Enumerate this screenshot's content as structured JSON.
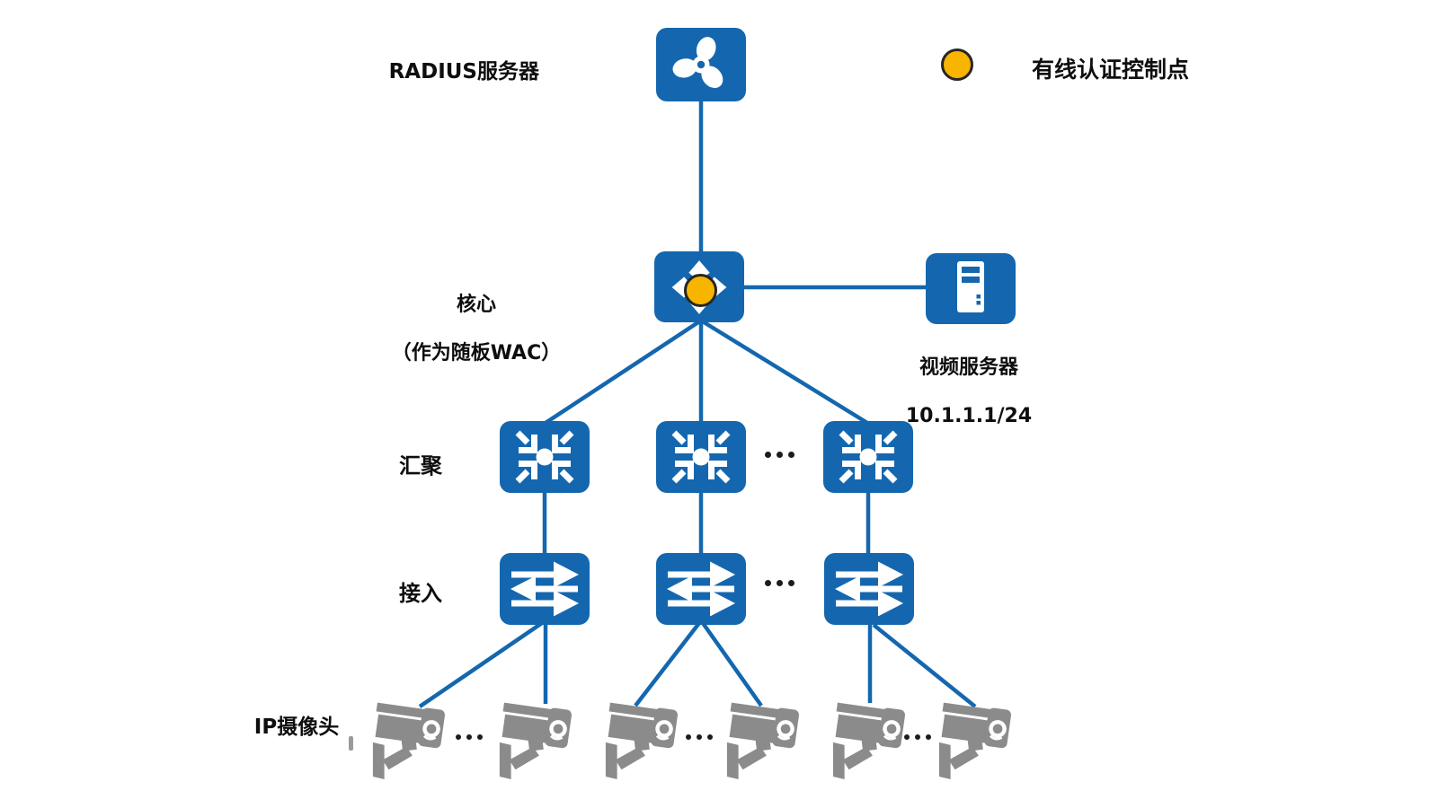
{
  "legend": {
    "label": "有线认证控制点",
    "marker_fill": "#F7B500",
    "marker_border": "#262626"
  },
  "nodes": {
    "radius_server": {
      "label": "RADIUS服务器"
    },
    "core_switch": {
      "label_line1": "核心",
      "label_line2": "（作为随板WAC）",
      "has_auth_point": true
    },
    "video_server": {
      "name": "视频服务器",
      "ip": "10.1.1.1/24"
    },
    "aggregation_row": {
      "label": "汇聚",
      "count_shown": 3
    },
    "access_row": {
      "label": "接入",
      "count_shown": 3
    },
    "camera_row": {
      "label": "IP摄像头",
      "count_shown": 6
    }
  },
  "colors": {
    "device_blue": "#1467AF",
    "link_blue": "#1467AF",
    "auth_yellow": "#F7B500",
    "camera_gray": "#8B8B8B",
    "text": "#0e0e0e"
  }
}
